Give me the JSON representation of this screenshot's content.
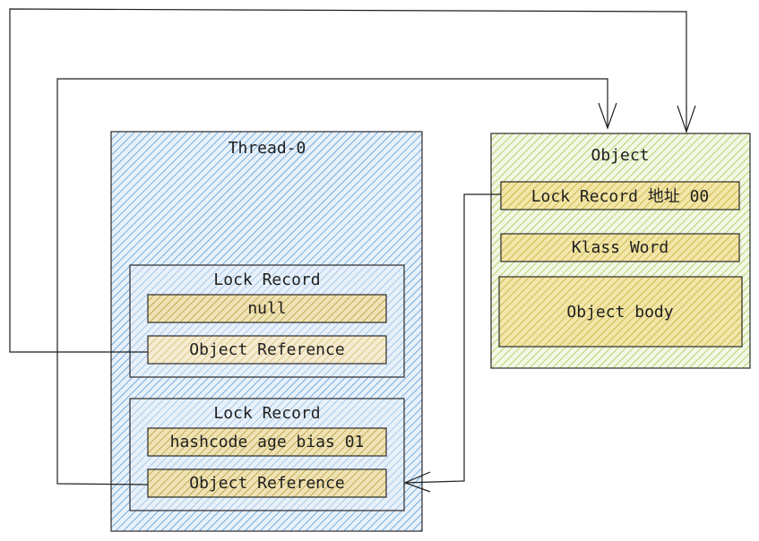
{
  "thread": {
    "title": "Thread-0",
    "records": [
      {
        "title": "Lock Record",
        "first_field": "null",
        "ref_field": "Object Reference"
      },
      {
        "title": "Lock Record",
        "first_field": "hashcode age bias 01",
        "ref_field": "Object Reference"
      }
    ]
  },
  "object": {
    "title": "Object",
    "mark_word": "Lock Record 地址 00",
    "klass_word": "Klass Word",
    "body": "Object body"
  },
  "colors": {
    "thread_hatch": "#5b9bd5",
    "object_hatch": "#a9c94a",
    "field_hatch": "#c8a94a",
    "ref_hatch": "#e0c27a",
    "line": "#1f1f1f"
  }
}
